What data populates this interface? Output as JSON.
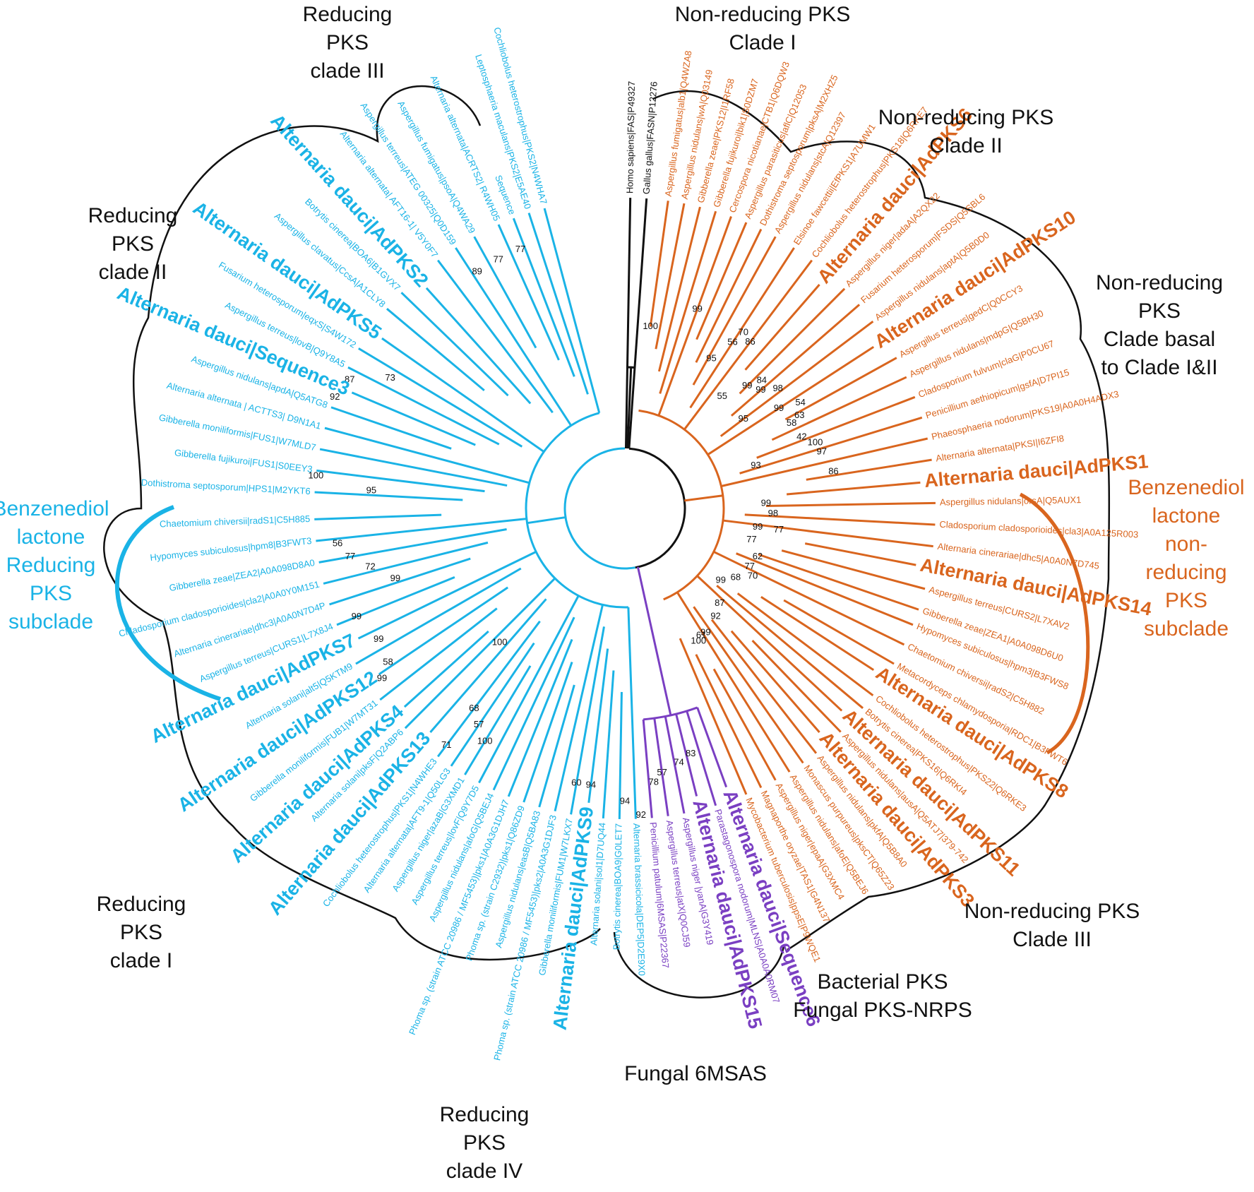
{
  "colors": {
    "reducing": "#1ab3e6",
    "nonreducing": "#d9651e",
    "sixmsas": "#7a3fc2",
    "outgroup": "#111111",
    "outline": "#111111"
  },
  "labels": {
    "red3": [
      "Reducing",
      "PKS",
      "clade III"
    ],
    "red2": [
      "Reducing",
      "PKS",
      "clade II"
    ],
    "red1": [
      "Reducing",
      "PKS",
      "clade I"
    ],
    "red4": [
      "Reducing",
      "PKS",
      "clade IV"
    ],
    "bdl_red": [
      "Benzenediol",
      "lactone",
      "Reducing",
      "PKS",
      "subclade"
    ],
    "nr1": [
      "Non-reducing PKS",
      "Clade I"
    ],
    "nr2": [
      "Non-reducing PKS",
      "Clade II"
    ],
    "nrbasal": [
      "Non-reducing",
      "PKS",
      "Clade basal",
      "to Clade I&II"
    ],
    "bdl_nr": [
      "Benzenediol",
      "lactone",
      "non-",
      "reducing",
      "PKS",
      "subclade"
    ],
    "nr3": [
      "Non-reducing PKS",
      "Clade III"
    ],
    "bact": [
      "Bacterial PKS",
      "Fungal PKS-NRPS"
    ],
    "msas": [
      "Fungal 6MSAS"
    ]
  },
  "leaves": [
    {
      "t": "Cochliobolus heterostrophus|PKS2|N4WHA7",
      "c": "reducing",
      "a": -105
    },
    {
      "t": "Leptosphaeria maculans|PKS2|E5AE40",
      "c": "reducing",
      "a": -108
    },
    {
      "t": "Sequence",
      "c": "reducing",
      "a": -111
    },
    {
      "t": "Alternaria alternata|ACRTS2| R4WH05",
      "c": "reducing",
      "a": -114
    },
    {
      "t": "Aspergillus fumigatus|psoA|Q4WA29",
      "c": "reducing",
      "a": -119
    },
    {
      "t": "Aspergillus terreus|ATEG 00325|Q0D159",
      "c": "reducing",
      "a": -123
    },
    {
      "t": "Alternaria alternata| AFT16-1| V5Y0F7",
      "c": "reducing",
      "a": -127
    },
    {
      "t": "Alternaria dauci|AdPKS2",
      "c": "reducing",
      "a": -132,
      "big": true
    },
    {
      "t": "Botrytis cinerea|BOA6|B1GVX7",
      "c": "reducing",
      "a": -136
    },
    {
      "t": "Aspergillus clavatus|CcsA|A1CLY8",
      "c": "reducing",
      "a": -140
    },
    {
      "t": "Alternaria dauci|AdPKS5",
      "c": "reducing",
      "a": -145,
      "big": true
    },
    {
      "t": "Fusarium heterosporum|eqxS|S4W172",
      "c": "reducing",
      "a": -149
    },
    {
      "t": "Aspergillus terreus|lovB|Q9Y8A5",
      "c": "reducing",
      "a": -153
    },
    {
      "t": "Alternaria dauci|Sequence3",
      "c": "reducing",
      "a": -157,
      "big": true
    },
    {
      "t": "Aspergillus nidulans|apdA|Q5ATG8",
      "c": "reducing",
      "a": -161
    },
    {
      "t": "Alternaria alternata | ACTTS3| D9N1A1",
      "c": "reducing",
      "a": -165
    },
    {
      "t": "Gibberella moniliformis|FUS1|W7MLD7",
      "c": "reducing",
      "a": -169
    },
    {
      "t": "Gibberella fujikuroi|FUS1|S0EEY3",
      "c": "reducing",
      "a": -173
    },
    {
      "t": "Dothistroma septosporum|HPS1|M2YKT6",
      "c": "reducing",
      "a": -177
    },
    {
      "t": "Chaetomium chiversii|radS1|C5H885",
      "c": "reducing",
      "a": 178
    },
    {
      "t": "Hypomyces subiculosus|hpm8|B3FWT3",
      "c": "reducing",
      "a": 174
    },
    {
      "t": "Gibberella zeae|ZEA2|A0A098D8A0",
      "c": "reducing",
      "a": 170
    },
    {
      "t": "Chladosporium cladosporioides|cla2|A0A0Y0M151",
      "c": "reducing",
      "a": 166
    },
    {
      "t": "Alternaria cinerariae|dhc3|A0A0N7D4P",
      "c": "reducing",
      "a": 162
    },
    {
      "t": "Aspergillus terreus|CURS1|L7X8J4",
      "c": "reducing",
      "a": 158
    },
    {
      "t": "Alternaria dauci|AdPKS7",
      "c": "reducing",
      "a": 154,
      "big": true
    },
    {
      "t": "Alternaria solani|alt5|Q5KTM9",
      "c": "reducing",
      "a": 150
    },
    {
      "t": "Alternaria dauci|AdPKS12",
      "c": "reducing",
      "a": 146,
      "big": true
    },
    {
      "t": "Gibberella moniliformis|FUB1|W7MT31",
      "c": "reducing",
      "a": 142
    },
    {
      "t": "Alternaria dauci|AdPKS4",
      "c": "reducing",
      "a": 138,
      "big": true
    },
    {
      "t": "Alternaria solani|pksF|Q2ABP6",
      "c": "reducing",
      "a": 135
    },
    {
      "t": "Alternaria dauci|AdPKS13",
      "c": "reducing",
      "a": 131,
      "big": true
    },
    {
      "t": "Cochliobolus heterostrophus|PKS1|N4WHE3",
      "c": "reducing",
      "a": 127
    },
    {
      "t": "Alternaria alternata|AFT9-1|Q50LG3",
      "c": "reducing",
      "a": 124
    },
    {
      "t": "Aspergillus niger|azaB|G3XMD1",
      "c": "reducing",
      "a": 121
    },
    {
      "t": "Aspergillus terreus|lovF|Q9Y7D5",
      "c": "reducing",
      "a": 118
    },
    {
      "t": "Aspergillus nidulans|afoG|Q5BEJ4",
      "c": "reducing",
      "a": 115
    },
    {
      "t": "Phoma sp. (strain ATCC 20986 / MF5453)|pks1|A0A3G1DJH7",
      "c": "reducing",
      "a": 112
    },
    {
      "t": "Phoma sp. (strain C2932)|pks1|Q86ZD9",
      "c": "reducing",
      "a": 109
    },
    {
      "t": "Aspergillus nidulans|easB|Q5BA83",
      "c": "reducing",
      "a": 106
    },
    {
      "t": "Phoma sp. (strain ATCC 20986 / MF5453)|pks2|A0A3G1DJF3",
      "c": "reducing",
      "a": 103
    },
    {
      "t": "Gibberella moniliformis|FUM1|W7LKX7",
      "c": "reducing",
      "a": 100
    },
    {
      "t": "Alternaria dauci|AdPKS9",
      "c": "reducing",
      "a": 97,
      "big": true
    },
    {
      "t": "Alternaria solani|sol1|D7UQ44",
      "c": "reducing",
      "a": 94
    },
    {
      "t": "Botrytis cinerea|BOA9|G0LET7",
      "c": "reducing",
      "a": 91
    },
    {
      "t": "Alternaria brassicicola|DEP5|D2E9X0",
      "c": "reducing",
      "a": 88
    },
    {
      "t": "Penicillium patulum|6MSAS|P22367",
      "c": "sixmsas",
      "a": 85
    },
    {
      "t": "Aspergillus terreus|atX|Q0CJ59",
      "c": "sixmsas",
      "a": 82
    },
    {
      "t": "Aspergillus niger |yanA|G3Y419",
      "c": "sixmsas",
      "a": 79
    },
    {
      "t": "Alternaria dauci|AdPKS15",
      "c": "sixmsas",
      "a": 76,
      "big": true
    },
    {
      "t": "Parastagonospora nodorum|MLNS|A0A0A0RM07",
      "c": "sixmsas",
      "a": 73
    },
    {
      "t": "Alternaria dauci|Sequence6",
      "c": "sixmsas",
      "a": 70,
      "big": true
    },
    {
      "t": "Mycobacterium tuberculosis|ppsE|P9WQE1",
      "c": "nonreducing",
      "a": 67
    },
    {
      "t": "Magnaporthe oryzae|TAS1|G4N137",
      "c": "nonreducing",
      "a": 64
    },
    {
      "t": "Aspergillus niger|epaA|G3XMC4",
      "c": "nonreducing",
      "a": 61
    },
    {
      "t": "Aspergillus nidulans|afoE|Q5BEJ6",
      "c": "nonreducing",
      "a": 58
    },
    {
      "t": "Monascus purpureus|pksCT|Q65Z23",
      "c": "nonreducing",
      "a": 55
    },
    {
      "t": "Aspergillus nidulans|pkfA|Q5B8A0",
      "c": "nonreducing",
      "a": 52
    },
    {
      "t": "Alternaria dauci|AdPKS3",
      "c": "nonreducing",
      "a": 49,
      "big": true
    },
    {
      "t": "Aspergillus nidulans|ausA|Q5ATJ7|379-742",
      "c": "nonreducing",
      "a": 46
    },
    {
      "t": "Alternaria dauci|AdPKS11",
      "c": "nonreducing",
      "a": 43,
      "big": true
    },
    {
      "t": "Botrytis cinerea|PKS16|Q6RKI4",
      "c": "nonreducing",
      "a": 40
    },
    {
      "t": "Cochliobolus heterostrophus|PKS22|Q6RKE3",
      "c": "nonreducing",
      "a": 37
    },
    {
      "t": "Alternaria dauci|AdPKS8",
      "c": "nonreducing",
      "a": 33,
      "big": true
    },
    {
      "t": "Metacordyceps chlamydosporia|RDC1|B3FWT6",
      "c": "nonreducing",
      "a": 30
    },
    {
      "t": "Chaetomium chiversii|radS2|C5H882",
      "c": "nonreducing",
      "a": 26
    },
    {
      "t": "Hypomyces subiculosus|hpm3|B3FWS8",
      "c": "nonreducing",
      "a": 22
    },
    {
      "t": "Gibberella zeae|ZEA1|A0A098D6U0",
      "c": "nonreducing",
      "a": 19
    },
    {
      "t": "Aspergillus terreus|CURS2|L7XAV2",
      "c": "nonreducing",
      "a": 15
    },
    {
      "t": "Alternaria dauci|AdPKS14",
      "c": "nonreducing",
      "a": 11,
      "big": true
    },
    {
      "t": "Alternaria cinerariae|dhc5|A0A0N7D745",
      "c": "nonreducing",
      "a": 7
    },
    {
      "t": "Cladosporium cladosporioides|cla3|A0A125R003",
      "c": "nonreducing",
      "a": 3
    },
    {
      "t": "Aspergillus nidulans|orsA|Q5AUX1",
      "c": "nonreducing",
      "a": -1
    },
    {
      "t": "Alternaria dauci|AdPKS1",
      "c": "nonreducing",
      "a": -5,
      "big": true
    },
    {
      "t": "Alternaria alternata|PKSI|I6ZFI8",
      "c": "nonreducing",
      "a": -9
    },
    {
      "t": "Phaeosphaeria nodorum|PKS19|A0A0H4ADX3",
      "c": "nonreducing",
      "a": -13
    },
    {
      "t": "Penicillium aethiopicum|gsfA|D7PI15",
      "c": "nonreducing",
      "a": -17
    },
    {
      "t": "Cladosporium fulvum|claG|P0CU67",
      "c": "nonreducing",
      "a": -21
    },
    {
      "t": "Aspergillus nidulans|mdpG|Q5BH30",
      "c": "nonreducing",
      "a": -25
    },
    {
      "t": "Aspergillus terreus|gedC|Q0CCY3",
      "c": "nonreducing",
      "a": -29
    },
    {
      "t": "Alternaria dauci|AdPKS10",
      "c": "nonreducing",
      "a": -33,
      "big": true
    },
    {
      "t": "Aspergillus nidulans|aptA|Q5B0D0",
      "c": "nonreducing",
      "a": -37
    },
    {
      "t": "Fusarium heterosporum|FSDS|Q5SBL6",
      "c": "nonreducing",
      "a": -41
    },
    {
      "t": "Aspergillus niger|adaA|A2QX22",
      "c": "nonreducing",
      "a": -45
    },
    {
      "t": "Alternaria dauci|AdPKS6",
      "c": "nonreducing",
      "a": -49,
      "big": true
    },
    {
      "t": "Cochliobolus heterostrophus|PKS18|Q6RKE7",
      "c": "nonreducing",
      "a": -53
    },
    {
      "t": "Elsinoe fawcettii|EfPKS1|A7UMW1",
      "c": "nonreducing",
      "a": -57
    },
    {
      "t": "Aspergillus nidulans|stcA|Q12397",
      "c": "nonreducing",
      "a": -61
    },
    {
      "t": "Dothistroma septosporum|pksA|M2XHZ5",
      "c": "nonreducing",
      "a": -64
    },
    {
      "t": "Aspergillus parasiticus|aflC|Q12053",
      "c": "nonreducing",
      "a": -67
    },
    {
      "t": "Cercospora nicotianae|CTB1|Q6DQW3",
      "c": "nonreducing",
      "a": -70
    },
    {
      "t": "Gibberella fujikuroi|bik1|S0DZM7",
      "c": "nonreducing",
      "a": -73
    },
    {
      "t": "Gibberella zeae|PKS12|I1RF58",
      "c": "nonreducing",
      "a": -76
    },
    {
      "t": "Aspergillus nidulans|wA|Q03149",
      "c": "nonreducing",
      "a": -79
    },
    {
      "t": "Aspergillus fumigatus|alb1|Q4WZA8",
      "c": "nonreducing",
      "a": -82
    },
    {
      "t": "Gallus gallus|FASN|P12276",
      "c": "outgroup",
      "a": -86
    },
    {
      "t": "Homo sapiens|FAS|P49327",
      "c": "outgroup",
      "a": -89
    }
  ],
  "bootstrap": [
    {
      "v": "100",
      "a": 133,
      "r": 260
    },
    {
      "v": "77",
      "a": -112,
      "r": 395
    },
    {
      "v": "77",
      "a": -117,
      "r": 395
    },
    {
      "v": "89",
      "a": -122,
      "r": 395
    },
    {
      "v": "73",
      "a": -151,
      "r": 380
    },
    {
      "v": "87",
      "a": -155,
      "r": 430
    },
    {
      "v": "92",
      "a": -159,
      "r": 440
    },
    {
      "v": "100",
      "a": -174,
      "r": 440
    },
    {
      "v": "95",
      "a": -176,
      "r": 360
    },
    {
      "v": "56",
      "a": 173,
      "r": 410
    },
    {
      "v": "77",
      "a": 170,
      "r": 395
    },
    {
      "v": "72",
      "a": 167,
      "r": 370
    },
    {
      "v": "99",
      "a": 163,
      "r": 340
    },
    {
      "v": "99",
      "a": 158,
      "r": 410
    },
    {
      "v": "99",
      "a": 152,
      "r": 395
    },
    {
      "v": "58",
      "a": 147,
      "r": 400
    },
    {
      "v": "99",
      "a": 145,
      "r": 420
    },
    {
      "v": "68",
      "a": 127,
      "r": 355
    },
    {
      "v": "57",
      "a": 124,
      "r": 370
    },
    {
      "v": "100",
      "a": 121,
      "r": 385
    },
    {
      "v": "71",
      "a": 127,
      "r": 420
    },
    {
      "v": "60",
      "a": 100,
      "r": 395
    },
    {
      "v": "94",
      "a": 97,
      "r": 395
    },
    {
      "v": "94",
      "a": 90,
      "r": 415
    },
    {
      "v": "92",
      "a": 87,
      "r": 435
    },
    {
      "v": "83",
      "a": 75,
      "r": 360
    },
    {
      "v": "74",
      "a": 78,
      "r": 368
    },
    {
      "v": "57",
      "a": 82,
      "r": 378
    },
    {
      "v": "78",
      "a": 84,
      "r": 390
    },
    {
      "v": "87",
      "a": 45,
      "r": 190
    },
    {
      "v": "99",
      "a": 57,
      "r": 210
    },
    {
      "v": "61",
      "a": 59,
      "r": 210
    },
    {
      "v": "100",
      "a": 61,
      "r": 215
    },
    {
      "v": "92",
      "a": 50,
      "r": 200
    },
    {
      "v": "99",
      "a": 37,
      "r": 170
    },
    {
      "v": "68",
      "a": 32,
      "r": 185
    },
    {
      "v": "70",
      "a": 28,
      "r": 205
    },
    {
      "v": "77",
      "a": 25,
      "r": 195
    },
    {
      "v": "77",
      "a": 14,
      "r": 185
    },
    {
      "v": "62",
      "a": 20,
      "r": 200
    },
    {
      "v": "99",
      "a": 8,
      "r": 190
    },
    {
      "v": "98",
      "a": 2,
      "r": 210
    },
    {
      "v": "99",
      "a": -2,
      "r": 200
    },
    {
      "v": "77",
      "a": 8,
      "r": 220
    },
    {
      "v": "93",
      "a": -18,
      "r": 195
    },
    {
      "v": "97",
      "a": -16,
      "r": 290
    },
    {
      "v": "86",
      "a": -10,
      "r": 300
    },
    {
      "v": "100",
      "a": -19,
      "r": 285
    },
    {
      "v": "42",
      "a": -22,
      "r": 270
    },
    {
      "v": "58",
      "a": -27,
      "r": 265
    },
    {
      "v": "63",
      "a": -28,
      "r": 280
    },
    {
      "v": "54",
      "a": -31,
      "r": 290
    },
    {
      "v": "99",
      "a": -33,
      "r": 260
    },
    {
      "v": "98",
      "a": -38,
      "r": 275
    },
    {
      "v": "99",
      "a": -41,
      "r": 255
    },
    {
      "v": "84",
      "a": -43,
      "r": 265
    },
    {
      "v": "99",
      "a": -45,
      "r": 245
    },
    {
      "v": "86",
      "a": -53,
      "r": 295
    },
    {
      "v": "70",
      "a": -56,
      "r": 300
    },
    {
      "v": "56",
      "a": -57,
      "r": 280
    },
    {
      "v": "95",
      "a": -37,
      "r": 210
    },
    {
      "v": "55",
      "a": -49,
      "r": 210
    },
    {
      "v": "95",
      "a": -60,
      "r": 245
    },
    {
      "v": "99",
      "a": -70,
      "r": 300
    },
    {
      "v": "100",
      "a": -82,
      "r": 260
    }
  ]
}
